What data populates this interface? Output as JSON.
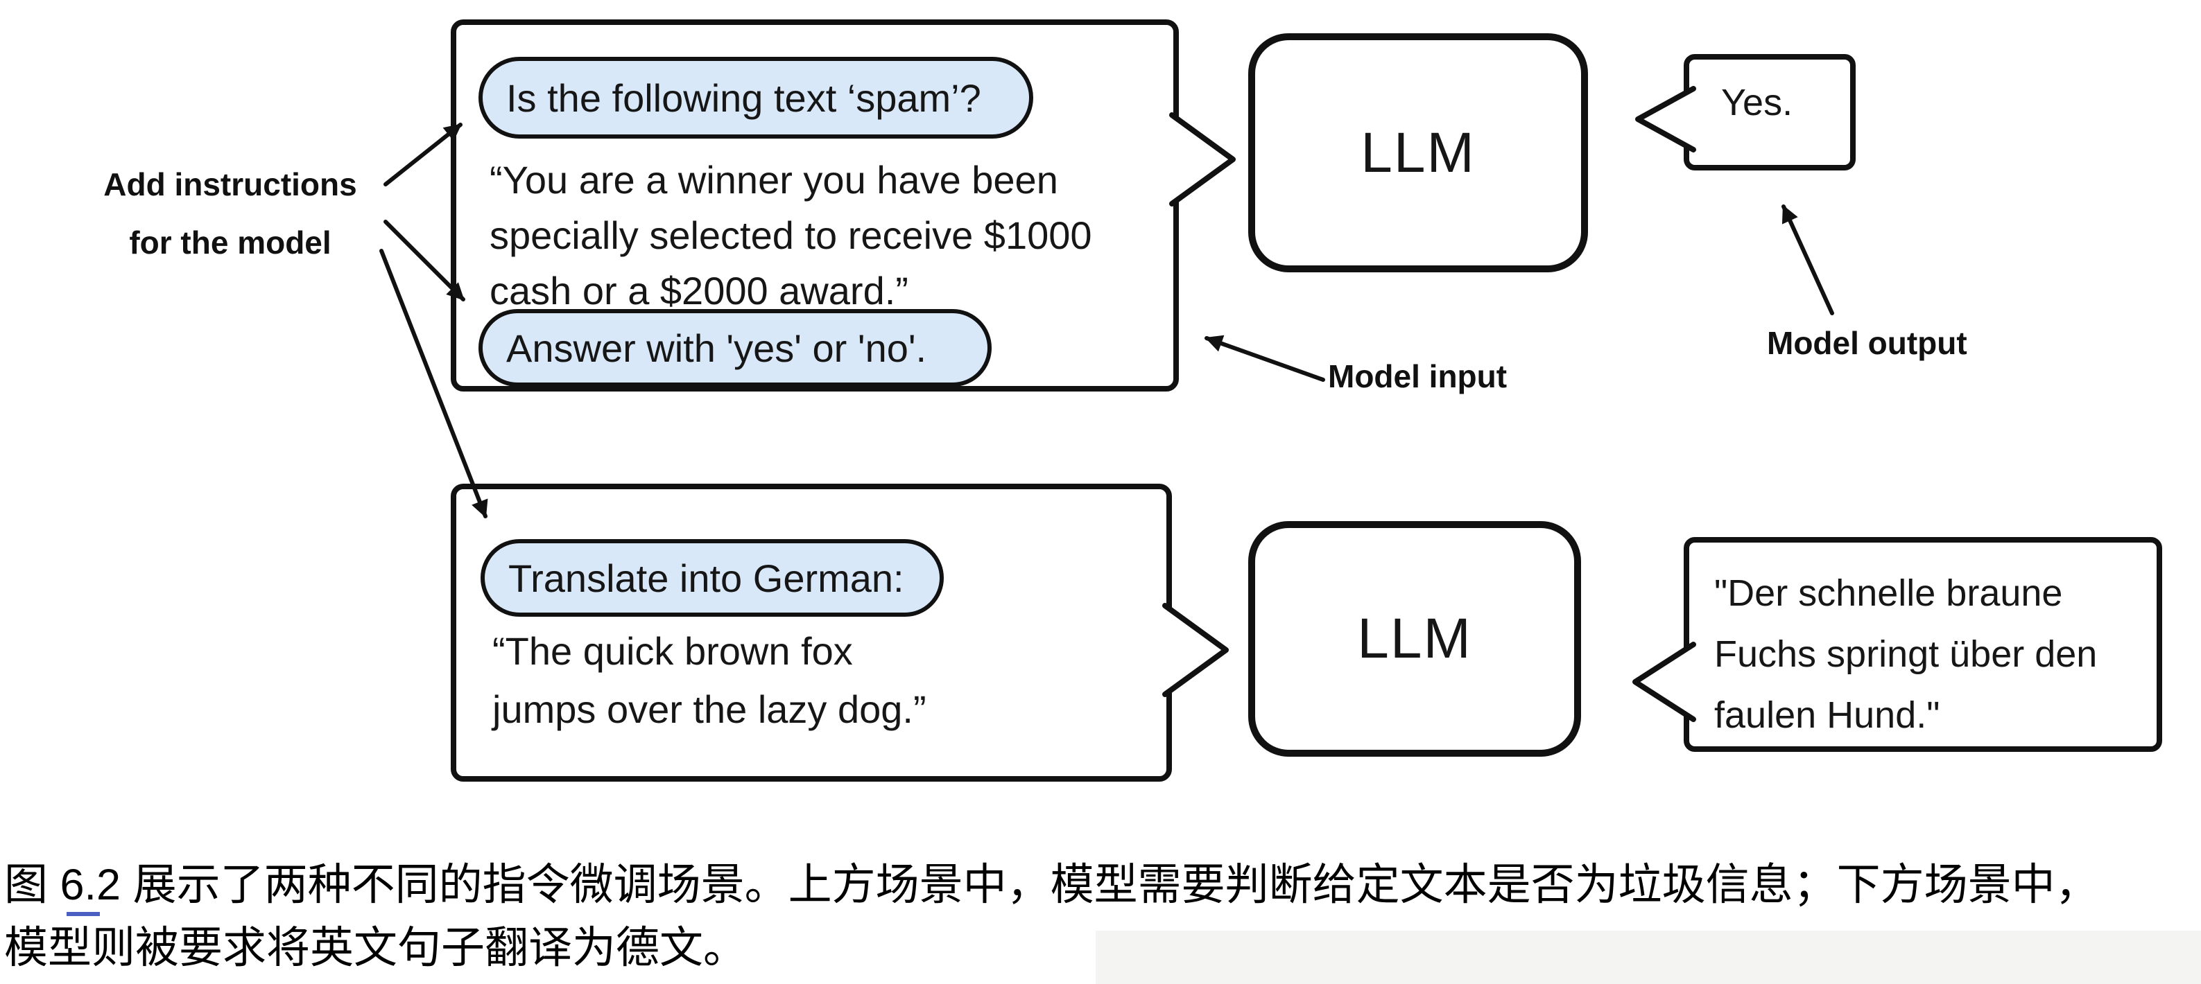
{
  "figure": {
    "labels": {
      "add_instructions_line1": "Add instructions",
      "add_instructions_line2": "for the model",
      "model_input": "Model input",
      "model_output": "Model output"
    },
    "scenario_top": {
      "instruction_1": "Is the following text ‘spam’?",
      "body_lines": [
        "“You are a winner you have been",
        "specially selected to receive $1000",
        "cash or a $2000 award.”"
      ],
      "instruction_2": "Answer with 'yes' or 'no'.",
      "llm_label": "LLM",
      "output": "Yes."
    },
    "scenario_bottom": {
      "instruction": "Translate into German:",
      "body_lines": [
        "“The quick brown fox",
        "jumps over the lazy dog.”"
      ],
      "llm_label": "LLM",
      "output_lines": [
        "\"Der schnelle braune",
        "Fuchs springt über den",
        "faulen Hund.\""
      ]
    },
    "colors": {
      "highlight_fill": "#d9e8f8",
      "stroke": "#111111"
    }
  },
  "caption": {
    "line1": "图 6.2 展示了两种不同的指令微调场景。上方场景中，模型需要判断给定文本是否为垃圾信息；下方场景中，",
    "line2": "模型则被要求将英文句子翻译为德文。"
  }
}
